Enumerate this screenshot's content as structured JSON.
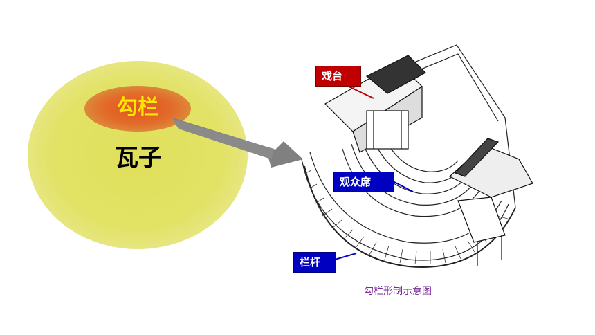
{
  "concept": {
    "inner_label": "勾栏",
    "outer_label": "瓦子"
  },
  "diagram": {
    "labels": {
      "xitai": "戏台",
      "guanzhongxi": "观众席",
      "langan": "栏杆"
    },
    "caption": "勾栏形制示意图"
  },
  "colors": {
    "outer_fill": "#e2e266",
    "inner_fill": "#e2561e",
    "inner_text": "#ffe800",
    "arrow": "#808080",
    "label_red": "#c00000",
    "label_blue": "#0000c0",
    "caption": "#7a2a9a"
  }
}
